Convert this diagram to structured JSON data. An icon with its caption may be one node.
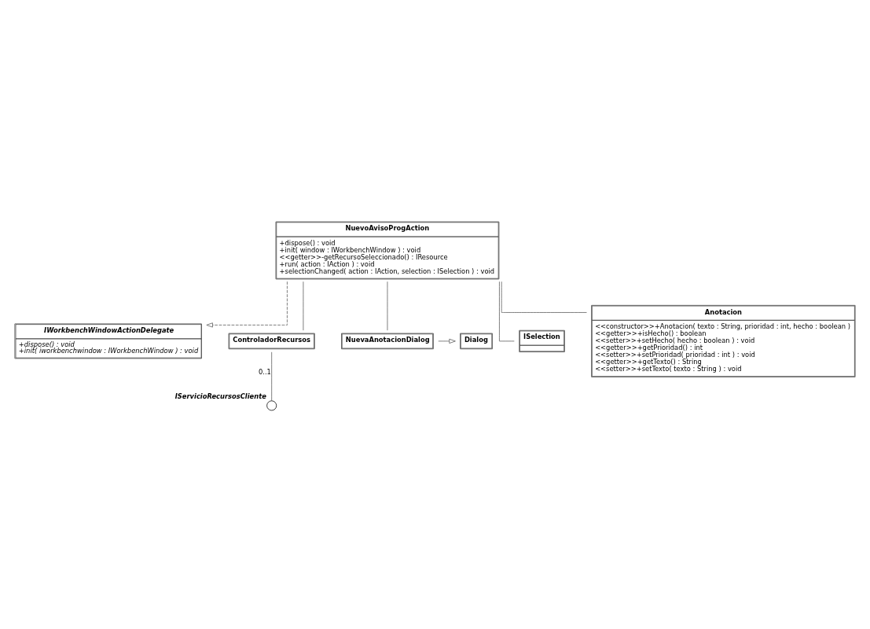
{
  "diagram": {
    "nodes": [
      {
        "text": [
          "IWorkbenchWindowActionDelegate",
          "+dispose() : void",
          "+init( iworkbenchwindow : IWorkbenchWindow ) : void"
        ]
      },
      {
        "text": [
          "NuevoAvisoProgAction",
          "+dispose() : void",
          "+init( window : IWorkbenchWindow ) : void",
          "<<getter>>-getRecursoSeleccionado() : IResource",
          "+run( action : IAction ) : void",
          "+selectionChanged( action : IAction, selection : ISelection ) : void"
        ]
      },
      {
        "text": [
          "ControladorRecursos"
        ]
      },
      {
        "text": [
          "Dialog"
        ]
      },
      {
        "text": [
          "NuevaAnotacionDialog"
        ]
      },
      {
        "text": [
          "ISelection"
        ]
      },
      {
        "text": [
          "IServicioRecursosCliente"
        ]
      },
      {
        "text": [
          "Anotacion",
          "<<constructor>>+Anotacion( texto : String, prioridad : int, hecho : boolean )",
          "<<getter>>+isHecho() : boolean",
          "<<setter>>+setHecho( hecho : boolean ) : void",
          "<<getter>>+getPrioridad() : int",
          "<<setter>>+setPrioridad( prioridad : int ) : void",
          "<<getter>>+getTexto() : String",
          "<<setter>>+setTexto( texto : String ) : void"
        ]
      }
    ],
    "edges": [
      {
        "from": 1,
        "to": 0,
        "arrow": "to",
        "style": "dashed"
      },
      {
        "from": 1,
        "to": 2,
        "arrow": "none"
      },
      {
        "from": 1,
        "to": 4,
        "arrow": "none"
      },
      {
        "from": 4,
        "to": 3,
        "arrow": "to"
      },
      {
        "from": 1,
        "to": 5,
        "arrow": "none"
      },
      {
        "from": 1,
        "to": 7,
        "arrow": "none"
      },
      {
        "from": 2,
        "to": 6,
        "arrow": "none",
        "label": "0..1"
      }
    ]
  }
}
